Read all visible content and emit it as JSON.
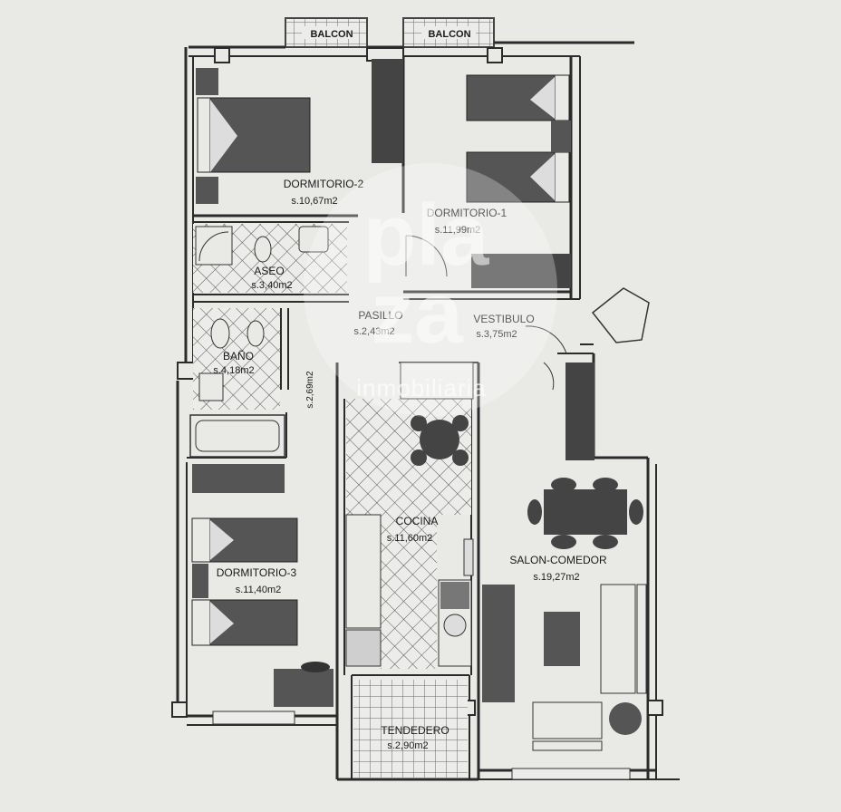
{
  "balconies": [
    "BALCON",
    "BALCON"
  ],
  "rooms": {
    "dormitorio2": {
      "name": "DORMITORIO-2",
      "area": "s.10,67m2"
    },
    "dormitorio1": {
      "name": "DORMITORIO-1",
      "area": "s.11,99m2"
    },
    "aseo": {
      "name": "ASEO",
      "area": "s.3,40m2"
    },
    "pasillo": {
      "name": "PASILLO",
      "area": "s.2,43m2"
    },
    "vestibulo": {
      "name": "VESTIBULO",
      "area": "s.3,75m2"
    },
    "bano": {
      "name": "BAÑO",
      "area": "s.4,18m2"
    },
    "cocina": {
      "name": "COCINA",
      "area": "s.11,60m2"
    },
    "salon": {
      "name": "SALON-COMEDOR",
      "area": "s.19,27m2"
    },
    "dormitorio3": {
      "name": "DORMITORIO-3",
      "area": "s.11,40m2"
    },
    "tendedero": {
      "name": "TENDEDERO",
      "area": "s.2,90m2"
    }
  },
  "dimension_label": "s.2,69m2",
  "watermark": {
    "line1": "pla",
    "line2": "za",
    "subtitle": "inmobiliaria"
  }
}
